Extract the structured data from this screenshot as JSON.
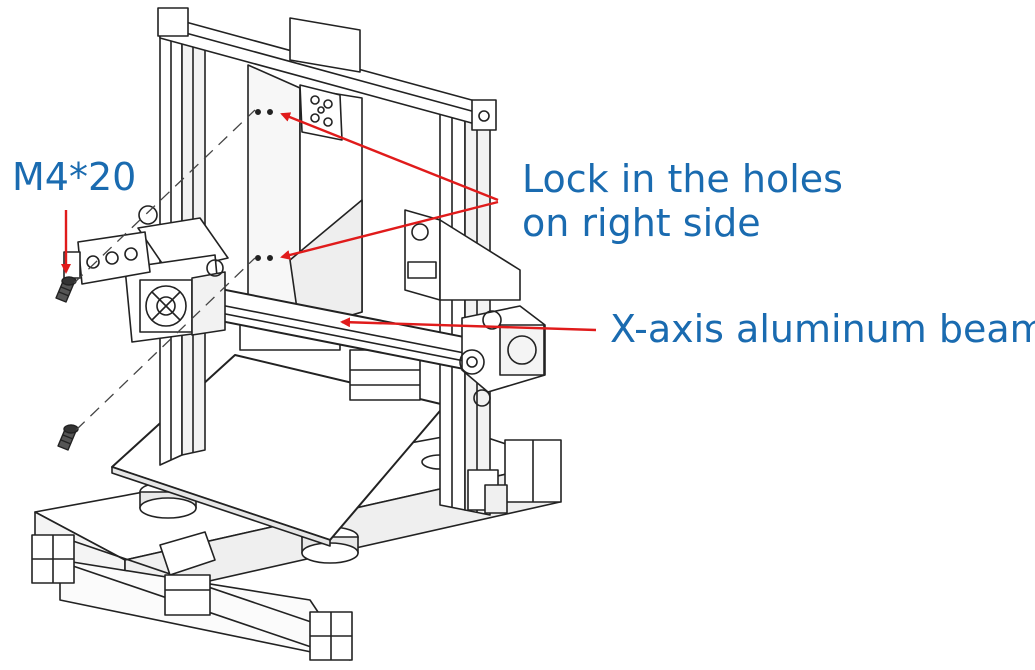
{
  "labels": {
    "screw": "M4*20",
    "holes_line1": "Lock in the holes",
    "holes_line2": "on right side",
    "beam": "X-axis aluminum beam"
  },
  "colors": {
    "label_text": "#1a6bb0",
    "arrow": "#e01b1b",
    "line_art": "#222222"
  }
}
